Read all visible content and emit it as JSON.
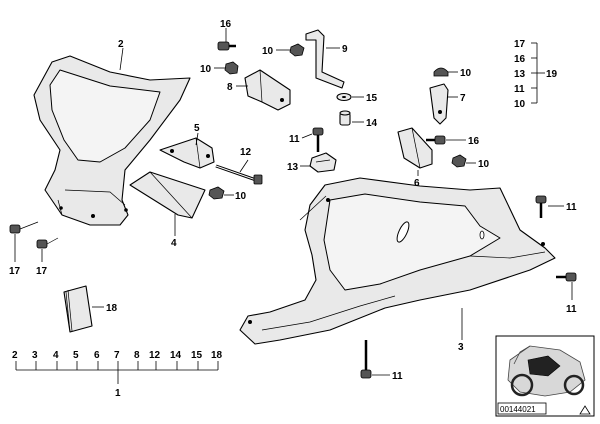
{
  "callouts": {
    "c2": "2",
    "c4": "4",
    "c5": "5",
    "c12": "12",
    "c16a": "16",
    "c10a": "10",
    "c10b": "10",
    "c8a": "8",
    "c10c": "10",
    "c9": "9",
    "c15": "15",
    "c14": "14",
    "c11a": "11",
    "c13": "13",
    "c10d": "10",
    "c7": "7",
    "c16b": "16",
    "c10e": "10",
    "c6": "6",
    "c11b": "11",
    "c11c": "11",
    "c11d": "11",
    "c3": "3",
    "c17a": "17",
    "c17b": "17",
    "c18": "18"
  },
  "group19": {
    "items": [
      "17",
      "16",
      "13",
      "11",
      "10"
    ],
    "label": "19"
  },
  "group1": {
    "items": [
      "2",
      "3",
      "4",
      "5",
      "6",
      "7",
      "8",
      "12",
      "14",
      "15",
      "18"
    ],
    "label": "1"
  },
  "thumbnail": {
    "code": "00144021"
  },
  "colors": {
    "line": "#000000",
    "fill": "#e9e9e9",
    "background": "#ffffff"
  }
}
